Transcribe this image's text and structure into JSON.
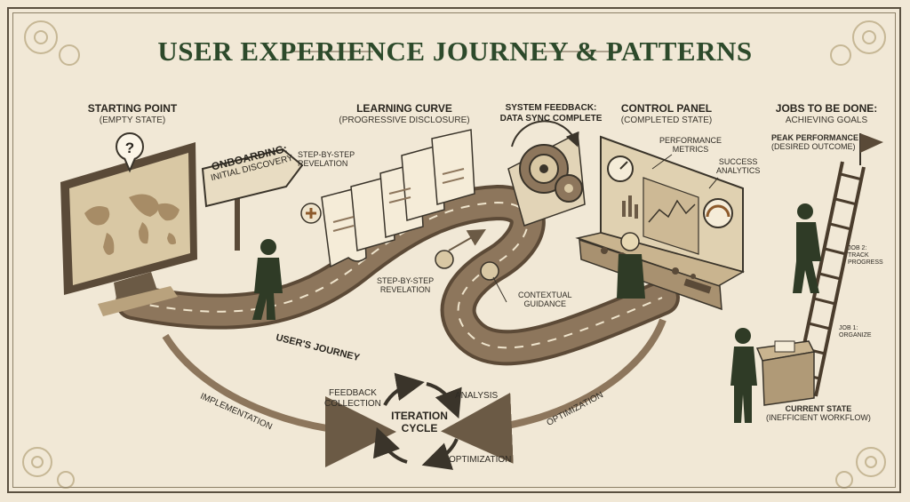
{
  "title": "USER EXPERIENCE JOURNEY & PATTERNS",
  "colors": {
    "background": "#f1e8d6",
    "title_green": "#2d4a2b",
    "figure_green": "#2f3b26",
    "road": "#7a6650",
    "sepia": "#c9b48f",
    "ink": "#2a261f"
  },
  "stages": {
    "starting_point": {
      "heading": "STARTING POINT",
      "sub": "(EMPTY STATE)"
    },
    "learning_curve": {
      "heading": "LEARNING CURVE",
      "sub": "(PROGRESSIVE DISCLOSURE)"
    },
    "system_feedback": {
      "heading": "SYSTEM FEEDBACK:",
      "sub": "DATA SYNC COMPLETE"
    },
    "control_panel": {
      "heading": "CONTROL PANEL",
      "sub": "(COMPLETED STATE)"
    },
    "jobs_to_be_done": {
      "heading": "JOBS TO BE DONE:",
      "sub": "ACHIEVING GOALS"
    }
  },
  "signpost": {
    "line1": "ONBOARDING:",
    "line2": "INITIAL DISCOVERY"
  },
  "annotations": {
    "step_by_step_top": [
      "STEP-BY-STEP",
      "REVELATION"
    ],
    "step_by_step_bottom": [
      "STEP-BY-STEP",
      "REVELATION"
    ],
    "contextual_guidance": [
      "CONTEXTUAL",
      "GUIDANCE"
    ],
    "performance_metrics": [
      "PERFORMANCE",
      "METRICS"
    ],
    "success_analytics": [
      "SUCCESS",
      "ANALYTICS"
    ],
    "users_journey": "USER'S JOURNEY"
  },
  "ladder": {
    "peak": {
      "heading": "PEAK PERFORMANCE",
      "sub": "(DESIRED OUTCOME)"
    },
    "job2": [
      "JOB 2:",
      "TRACK",
      "PROGRESS"
    ],
    "job1": [
      "JOB 1:",
      "ORGANIZE"
    ],
    "current": {
      "heading": "CURRENT STATE",
      "sub": "(INEFFICIENT WORKFLOW)"
    }
  },
  "cycle": {
    "center": [
      "ITERATION",
      "CYCLE"
    ],
    "feedback_collection": [
      "FEEDBACK",
      "COLLECTION"
    ],
    "analysis": "ANALYSIS",
    "optimization": "OPTIMIZATION"
  },
  "flows": {
    "implementation": "IMPLEMENTATION",
    "optimization": "OPTIMIZATION"
  },
  "icons": [
    "question-mark-icon",
    "world-map-icon",
    "gear-icon",
    "flag-icon",
    "plus-icon",
    "checklist-icon",
    "chart-icon",
    "gauge-icon",
    "ladder-icon",
    "person-icon"
  ]
}
